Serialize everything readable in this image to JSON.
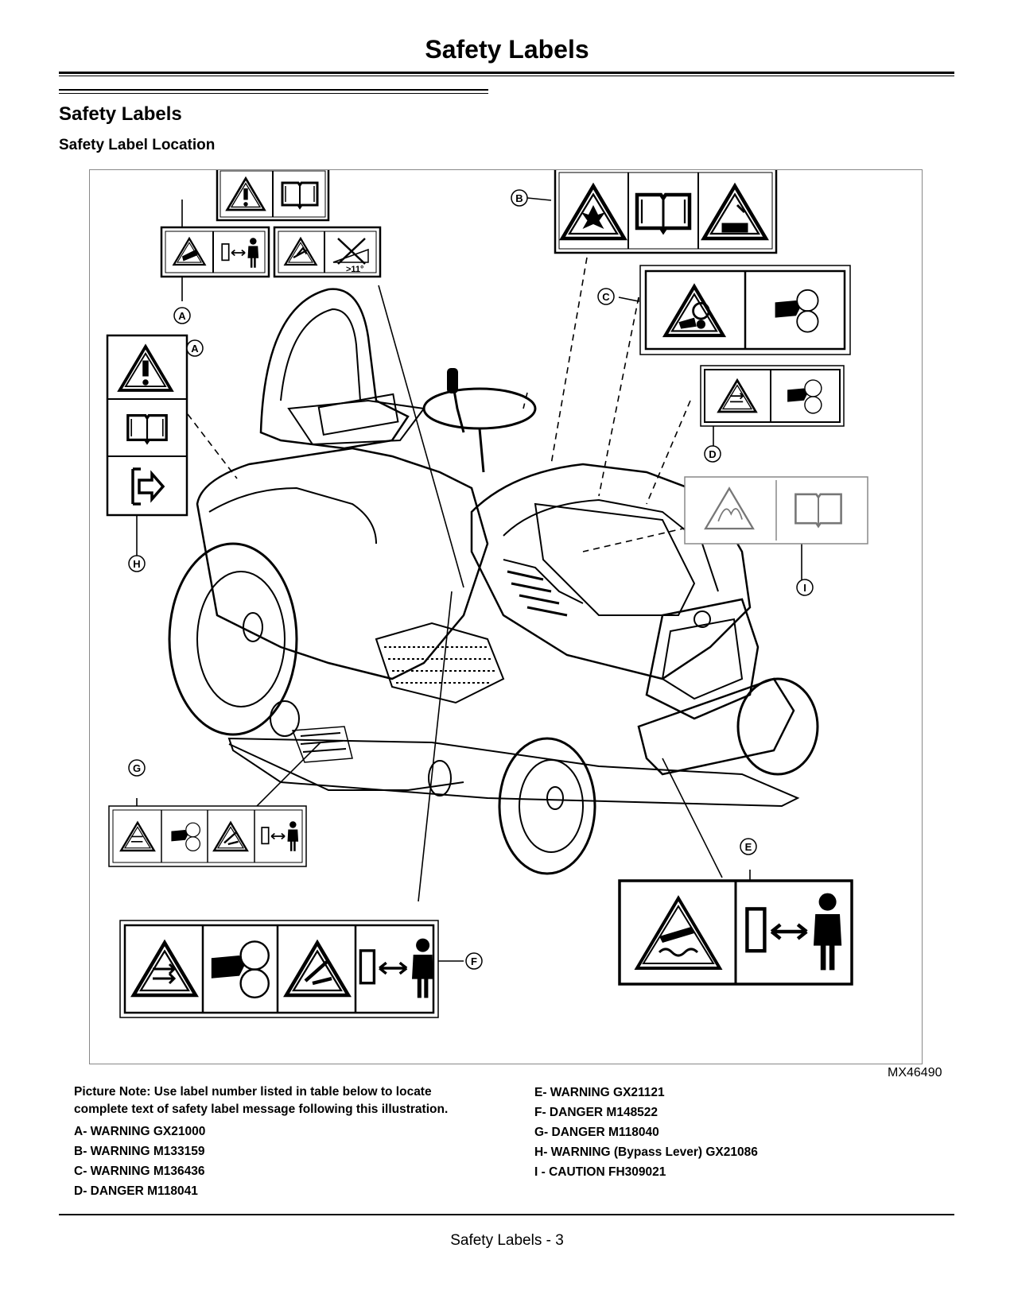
{
  "header": {
    "title": "Safety Labels"
  },
  "section": {
    "title": "Safety Labels",
    "subtitle": "Safety Label Location"
  },
  "figure": {
    "id": "MX46490",
    "callouts": [
      "A",
      "A",
      "B",
      "C",
      "D",
      "E",
      "F",
      "G",
      "H",
      "I"
    ],
    "small_label_texts": {
      "tilt": ">11°"
    },
    "icons": {
      "A_top": [
        "warning-triangle-icon",
        "operator-manual-icon"
      ],
      "A_lower_left": [
        "rollover-hazard-icon",
        "keep-bystanders-away-icon"
      ],
      "A_lower_right": [
        "slope-tilt-hazard-icon",
        "no-slope-icon"
      ],
      "A_vertical": [
        "warning-triangle-icon",
        "operator-manual-icon",
        "bypass-lever-icon"
      ],
      "B": [
        "explosion-hazard-icon",
        "operator-manual-icon",
        "corrosive-hazard-icon"
      ],
      "C": [
        "belt-entanglement-icon",
        "hand-rotating-blade-icon"
      ],
      "D": [
        "thrown-objects-icon",
        "hand-rotating-blade-icon"
      ],
      "E": [
        "hot-surface-icon",
        "keep-bystanders-away-icon"
      ],
      "F": [
        "thrown-objects-icon",
        "foot-rotating-blade-icon",
        "run-over-hazard-icon",
        "keep-bystanders-away-icon"
      ],
      "G": [
        "thrown-objects-icon",
        "foot-rotating-blade-icon",
        "run-over-hazard-icon",
        "keep-bystanders-away-icon"
      ],
      "I": [
        "hot-parts-hazard-icon",
        "operator-manual-icon"
      ]
    }
  },
  "notes": {
    "picture_note": "Picture Note: Use label number listed in table below to locate complete text of safety label message following this illustration.",
    "left_items": [
      "A- WARNING GX21000",
      "B- WARNING M133159",
      "C- WARNING M136436",
      "D- DANGER M118041"
    ],
    "right_items": [
      "E- WARNING GX21121",
      "F- DANGER M148522",
      "G- DANGER M118040",
      "H- WARNING (Bypass Lever) GX21086",
      "I - CAUTION FH309021"
    ]
  },
  "footer": {
    "text": "Safety Labels - 3"
  }
}
